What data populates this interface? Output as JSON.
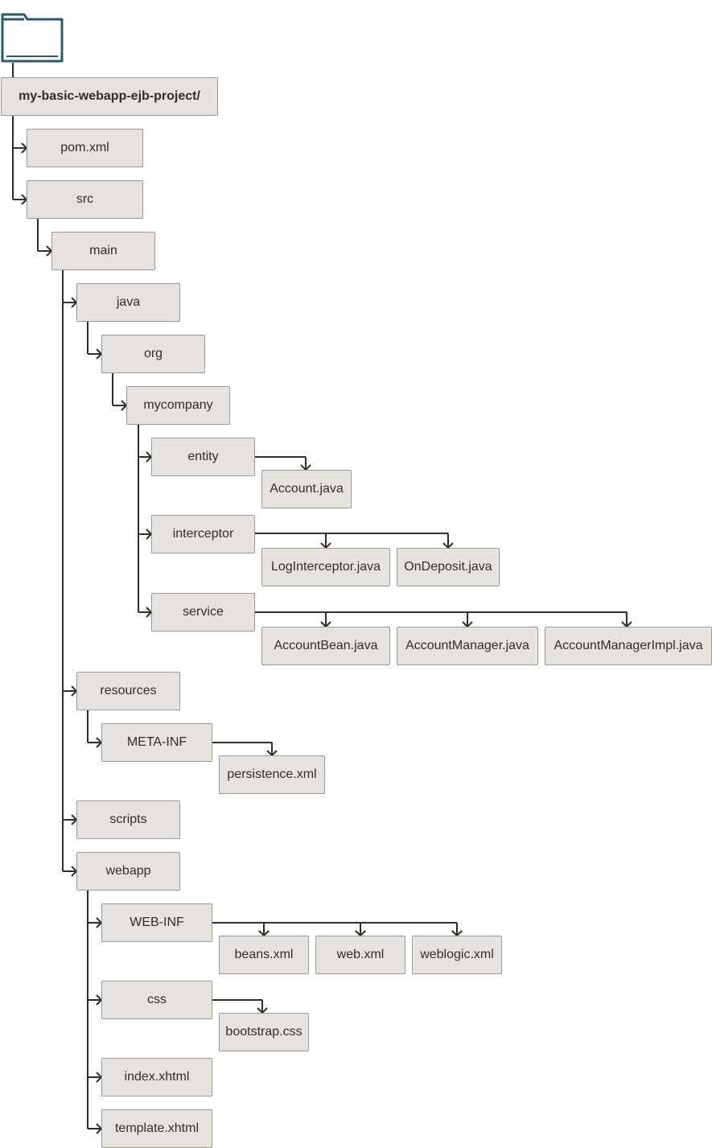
{
  "root": "my-basic-webapp-ejb-project/",
  "files": {
    "pom": "pom.xml",
    "src": "src",
    "main": "main",
    "java": "java",
    "org": "org",
    "mycompany": "mycompany",
    "entity": "entity",
    "account_java": "Account.java",
    "interceptor": "interceptor",
    "log_interceptor": "LogInterceptor.java",
    "on_deposit": "OnDeposit.java",
    "service": "service",
    "account_bean": "AccountBean.java",
    "account_manager": "AccountManager.java",
    "account_manager_impl": "AccountManagerImpl.java",
    "resources": "resources",
    "meta_inf": "META-INF",
    "persistence": "persistence.xml",
    "scripts": "scripts",
    "webapp": "webapp",
    "web_inf": "WEB-INF",
    "beans": "beans.xml",
    "web_xml": "web.xml",
    "weblogic": "weblogic.xml",
    "css": "css",
    "bootstrap": "bootstrap.css",
    "index": "index.xhtml",
    "template": "template.xhtml"
  },
  "colors": {
    "box_fill": "#e6e3df",
    "box_border": "#9d9993",
    "line": "#312d2a",
    "folder_icon": "#2c5967"
  }
}
